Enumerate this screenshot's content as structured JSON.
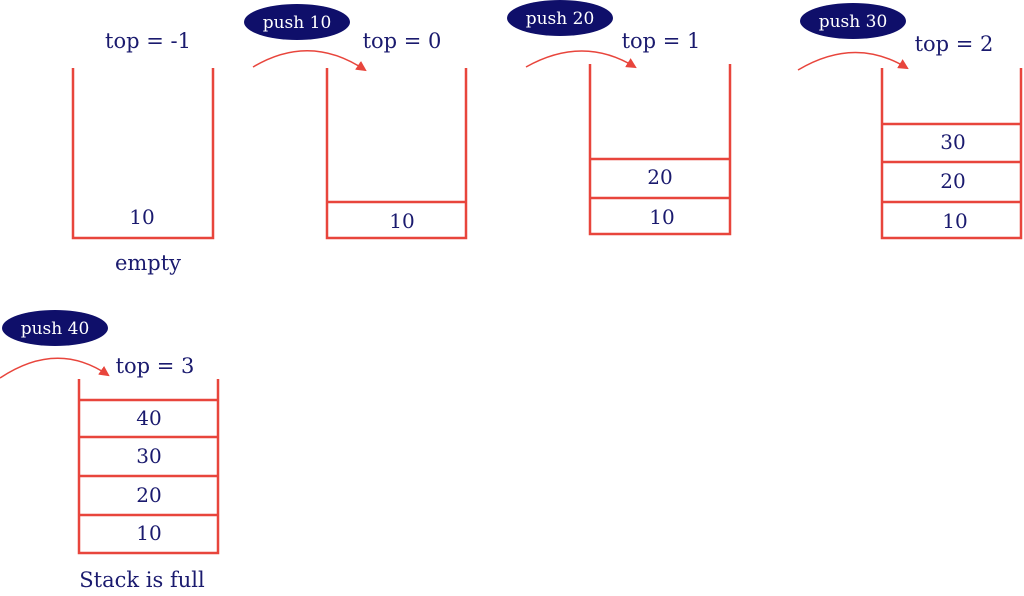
{
  "colors": {
    "stack_outline": "#e8453c",
    "text": "#1a1a6e",
    "pill_fill": "#0f0f6a",
    "pill_text": "#ffffff"
  },
  "stacks": [
    {
      "top_label": "top = -1",
      "operation": "",
      "cells": [
        "10"
      ],
      "caption": "empty"
    },
    {
      "top_label": "top = 0",
      "operation": "push 10",
      "cells": [
        "10"
      ],
      "caption": ""
    },
    {
      "top_label": "top = 1",
      "operation": "push 20",
      "cells": [
        "20",
        "10"
      ],
      "caption": ""
    },
    {
      "top_label": "top = 2",
      "operation": "push 30",
      "cells": [
        "30",
        "20",
        "10"
      ],
      "caption": ""
    },
    {
      "top_label": "top = 3",
      "operation": "push 40",
      "cells": [
        "40",
        "30",
        "20",
        "10"
      ],
      "caption": "Stack is full"
    }
  ]
}
